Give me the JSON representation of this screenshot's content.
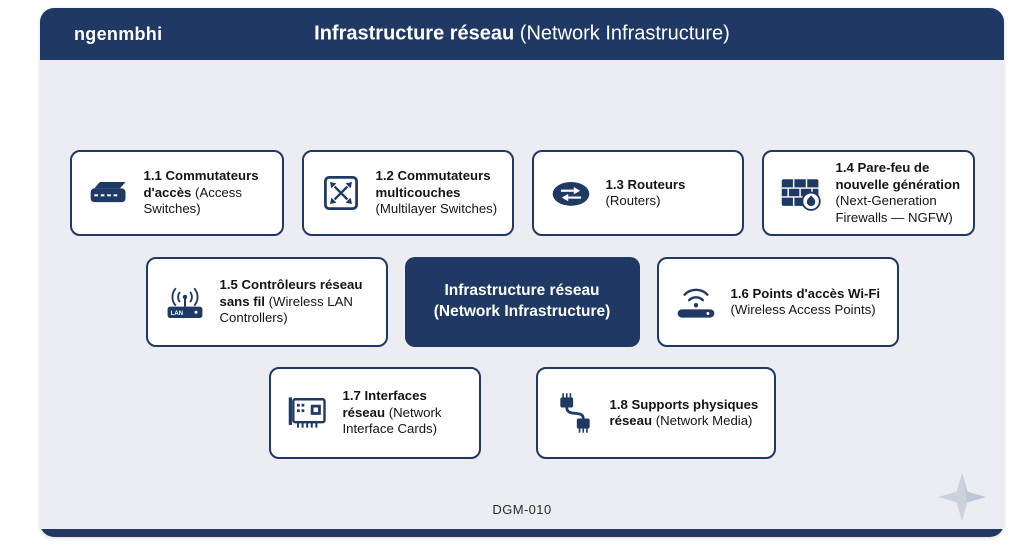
{
  "colors": {
    "navy": "#1f3864",
    "body_bg": "#ecedf3",
    "box_bg": "#ffffff",
    "logo_gray": "#ccd2dd"
  },
  "header": {
    "brand": "ngenmbhi",
    "title_bold": "Infrastructure réseau",
    "title_normal": " (Network Infrastructure)"
  },
  "center_node": {
    "line1": "Infrastructure réseau",
    "line2": "(Network Infrastructure)"
  },
  "nodes": [
    {
      "icon": "access-switch-icon",
      "title": "1.1 Commutateurs d'accès",
      "subtitle": "(Access Switches)"
    },
    {
      "icon": "multilayer-switch-icon",
      "title": "1.2 Commutateurs multicouches",
      "subtitle": "(Multilayer Switches)"
    },
    {
      "icon": "router-icon",
      "title": "1.3 Routeurs",
      "subtitle": "(Routers)"
    },
    {
      "icon": "firewall-icon",
      "title": "1.4 Pare-feu de nouvelle génération",
      "subtitle": "(Next-Generation Firewalls — NGFW)"
    },
    {
      "icon": "wireless-lan-controller-icon",
      "title": "1.5 Contrôleurs réseau sans fil",
      "subtitle": "(Wireless LAN Controllers)"
    },
    {
      "icon": "wifi-access-point-icon",
      "title": "1.6 Points d'accès Wi-Fi",
      "subtitle": "(Wireless Access Points)"
    },
    {
      "icon": "network-interface-card-icon",
      "title": "1.7 Interfaces réseau",
      "subtitle": "(Network Interface Cards)"
    },
    {
      "icon": "network-media-icon",
      "title": "1.8 Supports physiques réseau",
      "subtitle": "(Network Media)"
    }
  ],
  "footer": {
    "doc_id": "DGM-010"
  }
}
